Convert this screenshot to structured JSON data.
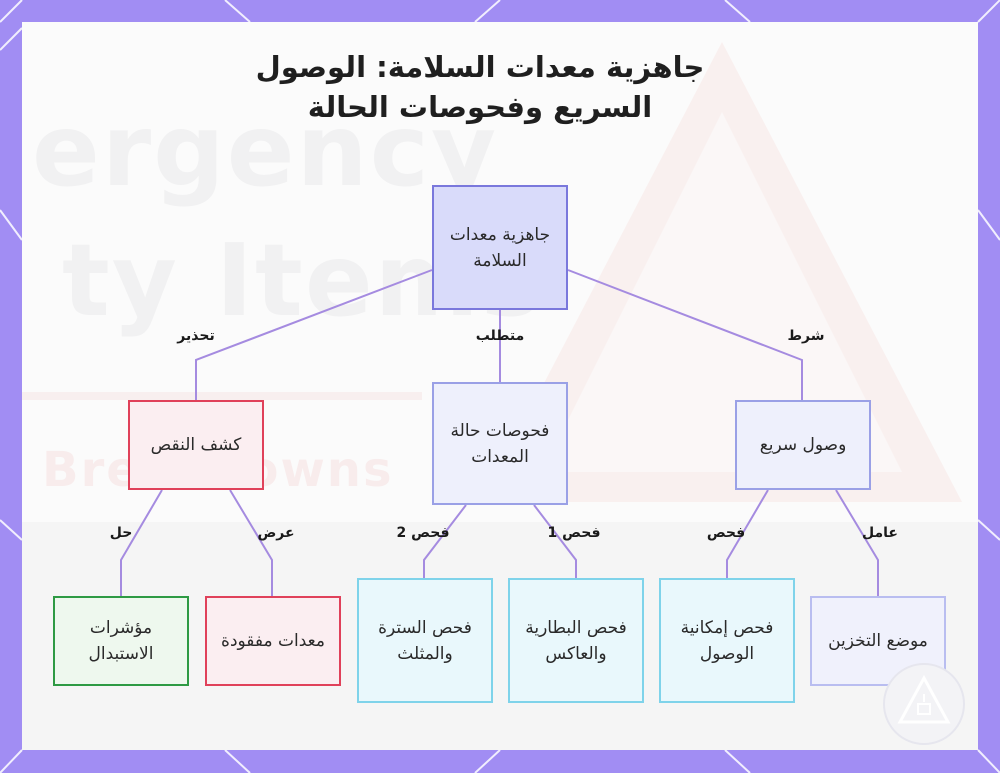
{
  "title": "جاهزية معدات السلامة: الوصول السريع وفحوصات الحالة",
  "background_words": {
    "line1": "ergency",
    "line2": "ty Items",
    "line3": "Breakdowns"
  },
  "nodes": {
    "root": "جاهزية معدات السلامة",
    "deficiency_detection": "كشف النقص",
    "equipment_condition_checks": "فحوصات حالة المعدات",
    "quick_access": "وصول سريع",
    "replacement_indicators": "مؤشرات الاستبدال",
    "missing_equipment": "معدات مفقودة",
    "vest_triangle_check": "فحص السترة والمثلث",
    "battery_reflector_check": "فحص البطارية والعاكس",
    "accessibility_check": "فحص إمكانية الوصول",
    "storage_location": "موضع التخزين"
  },
  "edge_labels": {
    "warning": "تحذير",
    "requirement": "متطلب",
    "condition": "شرط",
    "solution": "حل",
    "display": "عرض",
    "check_2": "فحص 2",
    "check_1": "فحص 1",
    "check": "فحص",
    "factor": "عامل"
  },
  "colors": {
    "frame": "#a18df3",
    "connector": "#a58be0",
    "root_fill": "#d9dbfa",
    "red_border": "#e0415a",
    "cyan_border": "#7fd3ea",
    "green_border": "#2e9a44"
  },
  "logo_icon": "warning-triangle-icon"
}
